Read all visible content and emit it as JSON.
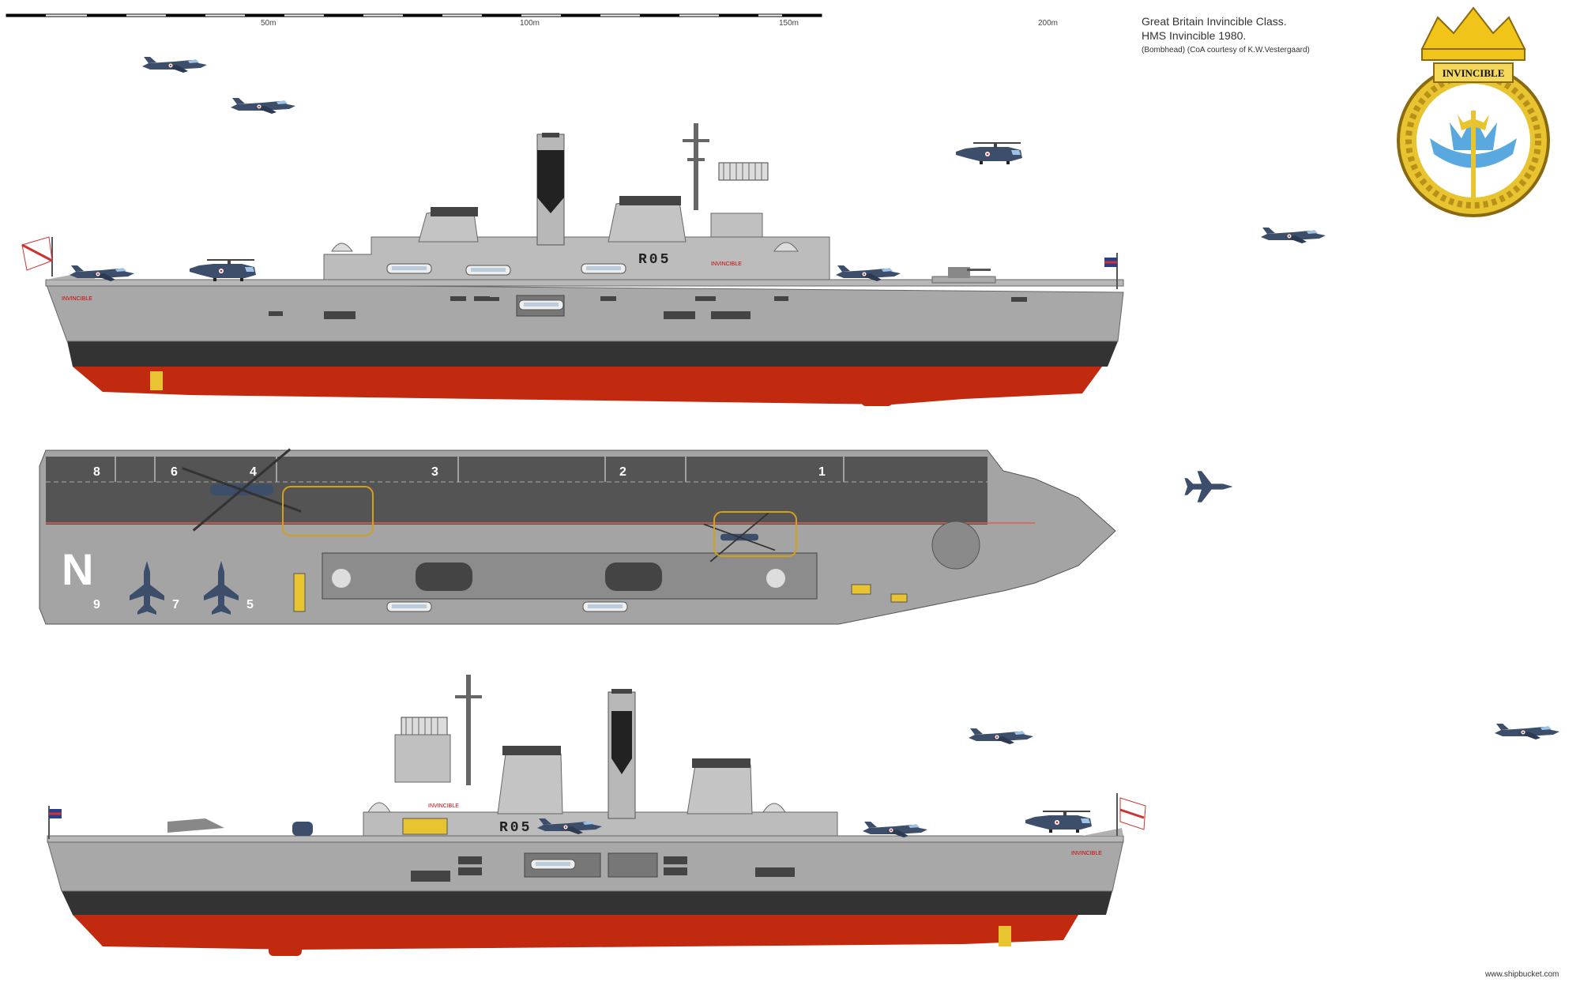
{
  "scale": {
    "labels": [
      "50m",
      "100m",
      "150m",
      "200m"
    ]
  },
  "title": {
    "line1": "Great Britain Invincible Class.",
    "line2": "HMS Invincible 1980.",
    "line3": "(Bombhead) (CoA courtesy of K.W.Vestergaard)"
  },
  "ship": {
    "pennant": "R05",
    "name_on_hull": "INVINCIBLE",
    "name_on_superstructure": "INVINCIBLE"
  },
  "deck": {
    "spot_numbers": [
      "8",
      "6",
      "4",
      "3",
      "2",
      "1",
      "9",
      "7",
      "5"
    ],
    "letter": "N"
  },
  "crest": {
    "name": "INVINCIBLE"
  },
  "watermark": "www.shipbucket.com",
  "colors": {
    "hull_grey": "#a8a8a8",
    "boot_top": "#333333",
    "antifouling_red": "#c22a10",
    "deck_dark": "#545454",
    "crest_gold": "#f0c419",
    "crest_blue": "#5aa8e0",
    "aircraft_blue": "#3d4e6b"
  },
  "icons": [
    "sea-harrier-icon",
    "sea-king-helicopter-icon",
    "white-ensign-icon",
    "union-flag-icon",
    "ships-crest-icon"
  ]
}
